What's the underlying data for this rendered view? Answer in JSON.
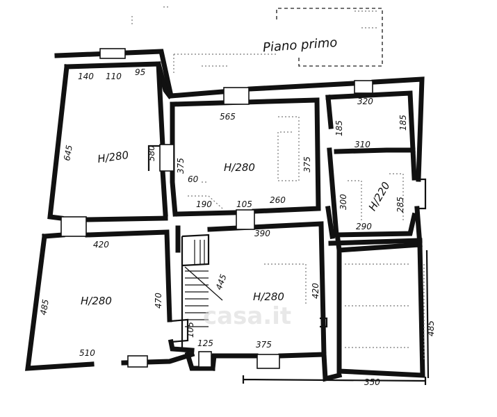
{
  "title": "Piano primo",
  "watermark": "casa.it",
  "rooms": [
    {
      "id": "room-top-left",
      "label": "H/280"
    },
    {
      "id": "room-top-center",
      "label": "H/280"
    },
    {
      "id": "room-right-small",
      "label": "H/220"
    },
    {
      "id": "room-bottom-left",
      "label": "H/280"
    },
    {
      "id": "room-bottom-center",
      "label": "H/280"
    }
  ],
  "dimensions": {
    "d140": "140",
    "d110": "110",
    "d95": "95",
    "d645": "645",
    "d580": "580",
    "d565": "565",
    "d375a": "375",
    "d375b": "375",
    "d60": "60",
    "d190": "190",
    "d105a": "105",
    "d260": "260",
    "d320": "320",
    "d185a": "185",
    "d185b": "185",
    "d310": "310",
    "d300": "300",
    "d285": "285",
    "d290": "290",
    "d420": "420",
    "d485": "485",
    "d470": "470",
    "d390": "390",
    "d445": "445",
    "d420b": "420",
    "d510": "510",
    "d105b": "105",
    "d125": "125",
    "d375c": "375",
    "d350": "350",
    "d485b": "485"
  }
}
